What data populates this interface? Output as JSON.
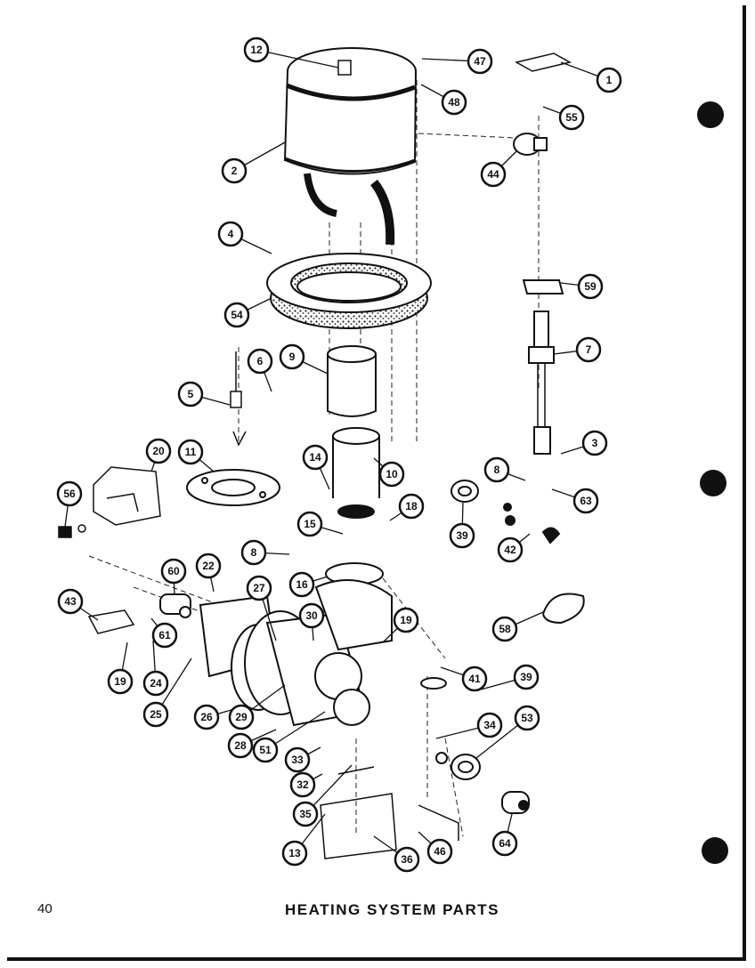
{
  "footer": {
    "page_number": "40",
    "title": "HEATING SYSTEM PARTS"
  },
  "callouts": [
    "1",
    "2",
    "3",
    "4",
    "5",
    "6",
    "7",
    "8",
    "8",
    "9",
    "10",
    "11",
    "12",
    "13",
    "14",
    "15",
    "16",
    "18",
    "19",
    "19",
    "20",
    "22",
    "24",
    "25",
    "26",
    "27",
    "28",
    "29",
    "30",
    "32",
    "33",
    "34",
    "35",
    "36",
    "39",
    "39",
    "41",
    "42",
    "43",
    "44",
    "46",
    "47",
    "48",
    "51",
    "53",
    "54",
    "55",
    "56",
    "58",
    "59",
    "60",
    "61",
    "63",
    "64"
  ]
}
